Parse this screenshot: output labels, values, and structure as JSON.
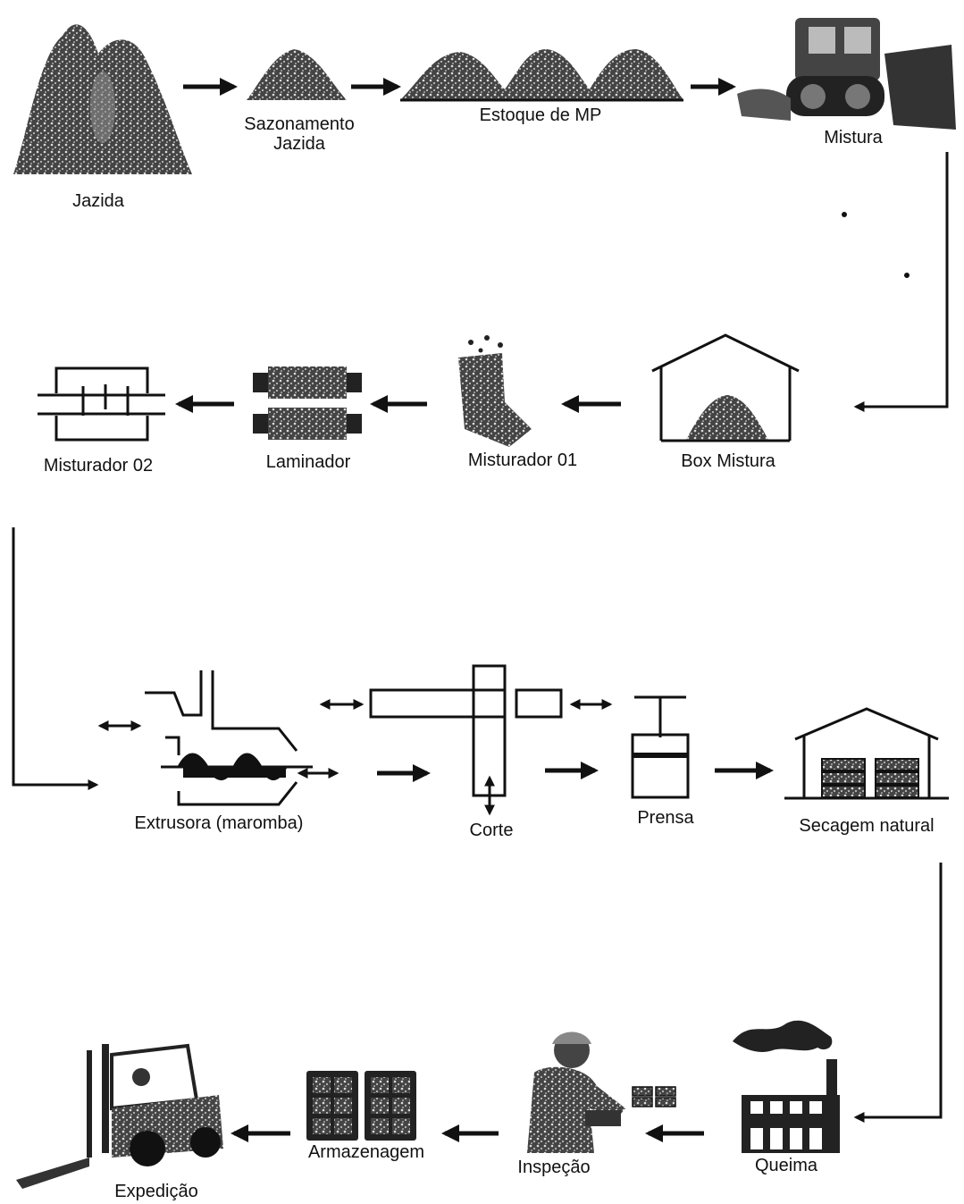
{
  "steps": {
    "jazida": "Jazida",
    "sazonamento_l1": "Sazonamento",
    "sazonamento_l2": "Jazida",
    "estoque": "Estoque de MP",
    "mistura": "Mistura",
    "box_mistura": "Box Mistura",
    "misturador01": "Misturador 01",
    "laminador": "Laminador",
    "misturador02": "Misturador 02",
    "extrusora": "Extrusora (maromba)",
    "corte": "Corte",
    "prensa": "Prensa",
    "secagem": "Secagem natural",
    "queima": "Queima",
    "inspecao": "Inspeção",
    "armazenagem": "Armazenagem",
    "expedicao": "Expedição"
  },
  "icons": [
    "mountain-icon",
    "pile-icon",
    "bulldozer-icon",
    "shed-icon",
    "mixer-icon",
    "roller-icon",
    "extruder-icon",
    "cutter-icon",
    "press-icon",
    "kiln-icon",
    "worker-icon",
    "pallet-icon",
    "forklift-icon"
  ],
  "colors": {
    "ink": "#111111",
    "fill": "#3a3a3a",
    "background": "#ffffff"
  }
}
